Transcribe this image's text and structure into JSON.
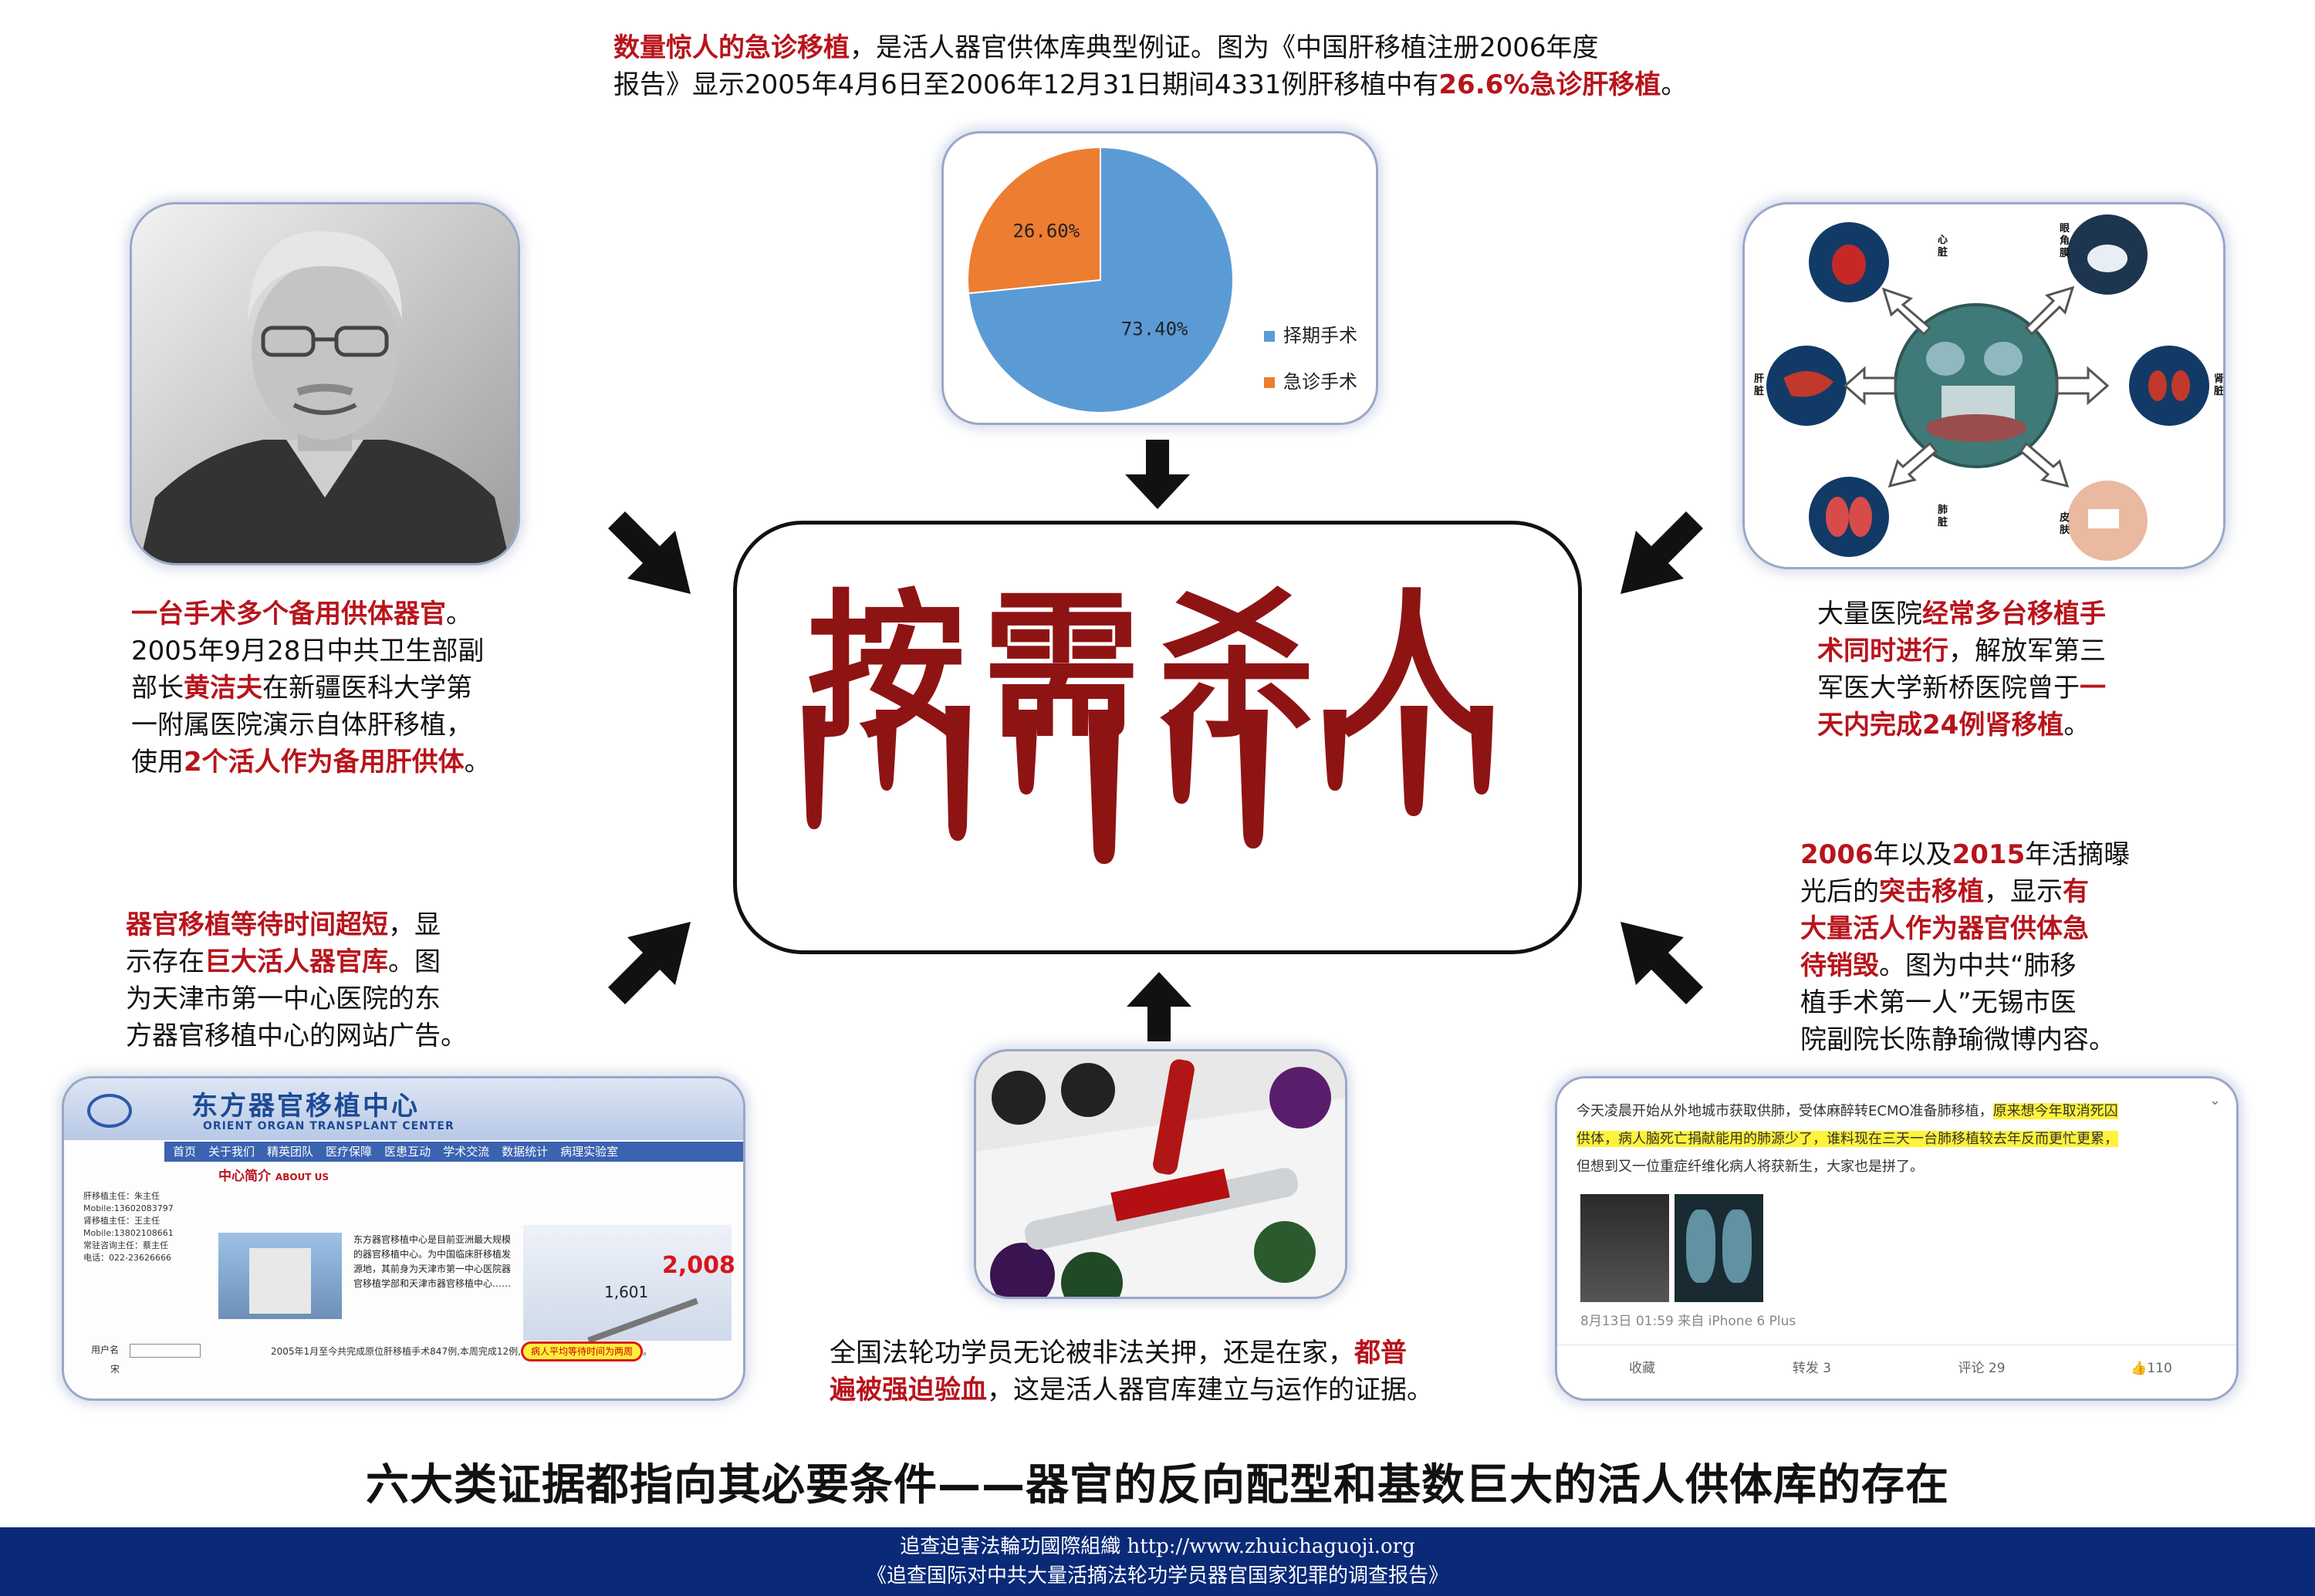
{
  "top_caption": {
    "red1": "数量惊人的急诊移植",
    "text1": "，是活人器官供体库典型例证。图为《中国肝移植注册2006年度",
    "text2": "报告》显示2005年4月6日至2006年12月31日期间4331例肝移植中有",
    "red2": "26.6%急诊肝移植",
    "text3": "。"
  },
  "chart_data": {
    "type": "pie",
    "categories": [
      "择期手术",
      "急诊手术"
    ],
    "values": [
      73.4,
      26.6
    ],
    "labels": [
      "73.40%",
      "26.60%"
    ],
    "colors": [
      "#5b9bd5",
      "#ed7d31"
    ],
    "legend_position": "right"
  },
  "center_title": "按需杀人",
  "doctor_caption": {
    "red1": "一台手术多个备用供体器官",
    "t1": "。",
    "t2": "2005年9月28日中共卫生部副",
    "t3a": "部长",
    "red2": "黄洁夫",
    "t3b": "在新疆医科大学第",
    "t4": "一附属医院演示自体肝移植，",
    "t5a": "使用",
    "red3": "2个活人作为备用肝供体",
    "t5b": "。"
  },
  "organs": {
    "heart": "心脏",
    "cornea": "眼角膜",
    "kidney": "肾脏",
    "liver": "肝脏",
    "lung": "肺脏",
    "skin": "皮肤"
  },
  "hospital_caption": {
    "t1": "大量医院",
    "red1": "经常多台移植手",
    "red1b": "术同时进行",
    "t2": "，解放军第三",
    "t3": "军医大学新桥医院曾于",
    "red2a": "一",
    "red2b": "天内完成24例肾移植",
    "t4": "。"
  },
  "wait_caption": {
    "red1": "器官移植等待时间超短",
    "t1": "，显",
    "t2a": "示存在",
    "red2": "巨大活人器官库",
    "t2b": "。图",
    "t3": "为天津市第一中心医院的东",
    "t4": "方器官移植中心的网站广告。"
  },
  "surprise_caption": {
    "red1": "2006",
    "t1": "年以及",
    "red2": "2015",
    "t2": "年活摘曝",
    "t3a": "光后的",
    "red3": "突击移植",
    "t3b": "，显示",
    "red4a": "有",
    "red4b": "大量活人作为器官供体急",
    "red4c": "待销毁",
    "t4": "。图为中共“肺移",
    "t5": "植手术第一人”无锡市医",
    "t6": "院副院长陈静瑜微博内容。"
  },
  "website": {
    "title": "东方器官移植中心",
    "subtitle": "ORIENT ORGAN TRANSPLANT CENTER",
    "nav": [
      "首页",
      "关于我们",
      "精英团队",
      "医疗保障",
      "医患互动",
      "学术交流",
      "数据统计",
      "病理实验室"
    ],
    "section_title": "中心简介",
    "section_sub": "ABOUT US",
    "contacts": [
      "肝移植主任：朱主任",
      "Mobile:13602083797",
      "肾移植主任：王主任",
      "Mobile:13802108661",
      "常驻咨询主任：蔡主任",
      "电话：022-23626666"
    ],
    "intro": "东方器官移植中心是目前亚洲最大规模的器官移植中心。为中国临床肝移植发源地，其前身为天津市第一中心医院器官移植学部和天津市器官移植中心……",
    "stat_small": "1,601",
    "stat_big": "2,008",
    "login_label": "用户名",
    "footer_text": "2005年1月至今共完成原位肝移植手术847例,本周完成12例,",
    "footer_highlight": "病人平均等待时间为两周",
    "footer_tail": "。",
    "footer_stub": "宋"
  },
  "weibo": {
    "line1a": "今天凌晨开始从外地城市获取供肺，受体麻醉转ECMO准备肺移植，",
    "line1b": "原来想今年取消死囚",
    "line2": "供体，病人脑死亡捐献能用的肺源少了，谁料现在三天一台肺移植较去年反而更忙更累，",
    "line3": "但想到又一位重症纤维化病人将获新生，大家也是拼了。",
    "meta": "8月13日 01:59 来自 iPhone 6 Plus",
    "actions": [
      "收藏",
      "转发 3",
      "评论 29",
      "110"
    ]
  },
  "blood_caption": {
    "t1": "全国法轮功学员无论被非法关押，还是在家，",
    "red1": "都普",
    "red2": "遍被强迫验血",
    "t2": "，这是活人器官库建立与运作的证据。"
  },
  "conclusion": "六大类证据都指向其必要条件——器官的反向配型和基数巨大的活人供体库的存在",
  "footer": {
    "line1": "追查迫害法輪功國際組織 http://www.zhuichaguoji.org",
    "line2": "《追查国际对中共大量活摘法轮功学员器官国家犯罪的调查报告》"
  }
}
